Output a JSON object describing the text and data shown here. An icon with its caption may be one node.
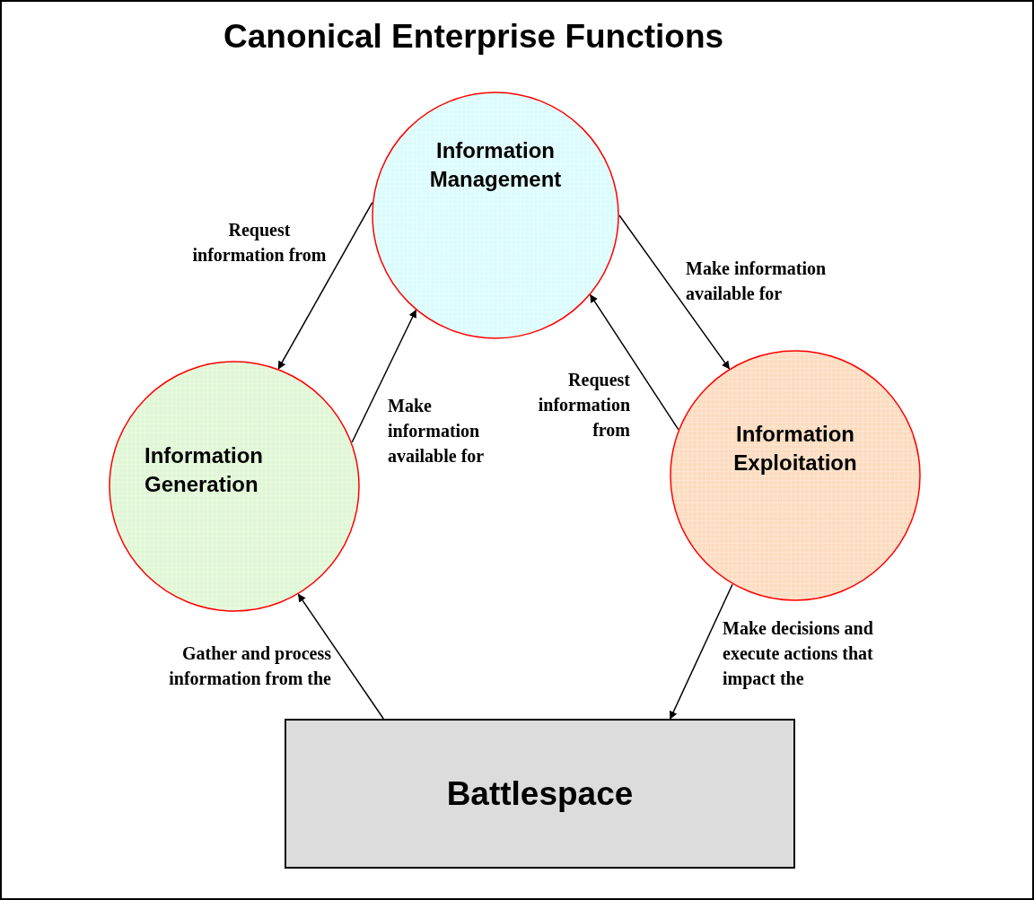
{
  "diagram": {
    "title": "Canonical Enterprise Functions",
    "nodes": [
      {
        "text": [
          "Information Management"
        ]
      },
      {
        "text": [
          "Information Generation"
        ]
      },
      {
        "text": [
          "Information Exploitation"
        ]
      },
      {
        "text": [
          "Battlespace"
        ]
      }
    ],
    "edges": [
      {
        "from": 0,
        "to": 1,
        "arrow": "to",
        "label": "Request information from"
      },
      {
        "from": 1,
        "to": 0,
        "arrow": "to",
        "label": "Make information available for"
      },
      {
        "from": 0,
        "to": 2,
        "arrow": "to",
        "label": "Make information available for"
      },
      {
        "from": 2,
        "to": 0,
        "arrow": "to",
        "label": "Request information from"
      },
      {
        "from": 3,
        "to": 1,
        "arrow": "to",
        "label": "Gather and process information from the"
      },
      {
        "from": 2,
        "to": 3,
        "arrow": "to",
        "label": "Make decisions and execute actions that impact the"
      }
    ]
  }
}
